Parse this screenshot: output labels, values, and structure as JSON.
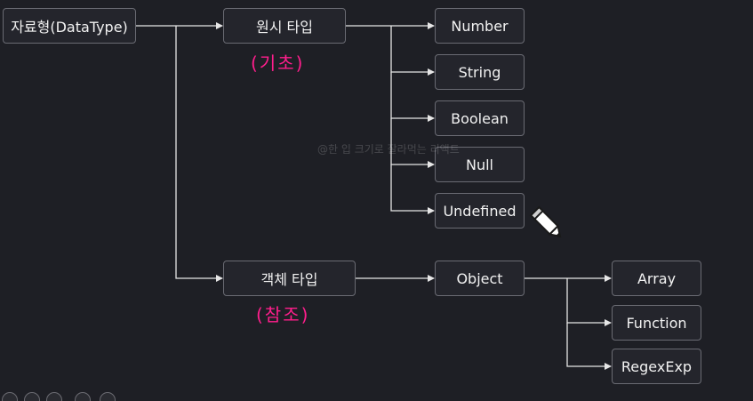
{
  "diagram": {
    "root": {
      "label": "자료형(DataType)"
    },
    "primitive": {
      "label": "원시 타입",
      "annotation": "(기초)"
    },
    "reference": {
      "label": "객체 타입",
      "annotation": "(참조)"
    },
    "primitive_types": [
      "Number",
      "String",
      "Boolean",
      "Null",
      "Undefined"
    ],
    "object": {
      "label": "Object"
    },
    "object_types": [
      "Array",
      "Function",
      "RegexExp"
    ]
  },
  "watermark": "@한 입 크기로 잘라먹는 리액트",
  "colors": {
    "background": "#1e1f25",
    "node_fill": "#24252c",
    "node_border": "#6a6b73",
    "connector": "#e6e6e6",
    "annotation": "#ff1e8c"
  },
  "cursor_icon": "pencil-cursor-icon"
}
